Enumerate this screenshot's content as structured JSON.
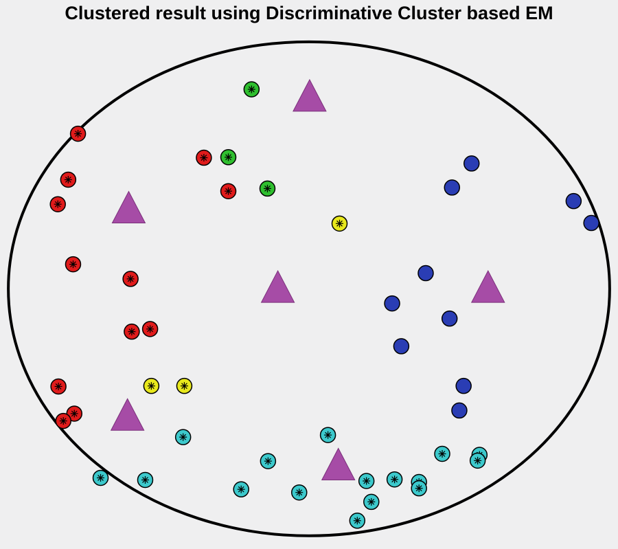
{
  "chart_data": {
    "type": "scatter",
    "title": "Clustered result using Discriminative Cluster based EM",
    "xlim": [
      0,
      100
    ],
    "ylim": [
      0,
      100
    ],
    "grid": false,
    "colors": {
      "background": "#efeff0",
      "boundary": "#000000",
      "red": "#e01b1b",
      "green": "#2fbf2f",
      "yellow": "#e8e81c",
      "blue": "#2a3db4",
      "cyan": "#3cc9cc",
      "centroid": "#a64ca6"
    },
    "boundary": {
      "shape": "ellipse",
      "center": [
        50,
        49.3
      ],
      "radius": [
        49.2,
        47.3
      ]
    },
    "series": [
      {
        "color": "red",
        "marker": "circle-asterisk",
        "x": [
          12.2,
          10.6,
          8.9,
          11.4,
          20.8,
          21.0,
          24.0,
          9.0,
          11.6,
          9.8,
          32.8,
          36.8
        ],
        "y": [
          79.0,
          70.2,
          65.5,
          54.0,
          51.2,
          41.1,
          41.6,
          30.6,
          25.4,
          24.0,
          74.4,
          68.0
        ]
      },
      {
        "color": "green",
        "marker": "circle-asterisk",
        "x": [
          40.6,
          36.8,
          43.2
        ],
        "y": [
          87.5,
          74.5,
          68.5
        ]
      },
      {
        "color": "yellow",
        "marker": "circle-asterisk",
        "x": [
          55.0,
          24.2,
          29.6
        ],
        "y": [
          61.8,
          30.7,
          30.7
        ]
      },
      {
        "color": "blue",
        "marker": "circle",
        "x": [
          76.6,
          73.4,
          93.3,
          96.2,
          69.1,
          63.6,
          73.0,
          65.1,
          75.3,
          74.6
        ],
        "y": [
          73.3,
          68.7,
          66.1,
          61.9,
          52.3,
          46.5,
          43.6,
          38.3,
          30.7,
          26.0
        ]
      },
      {
        "color": "cyan",
        "marker": "circle-asterisk",
        "x": [
          29.4,
          53.1,
          43.3,
          71.8,
          77.9,
          77.6,
          15.9,
          23.2,
          38.9,
          48.4,
          59.4,
          64.0,
          68.0,
          68.0,
          60.2,
          57.9
        ],
        "y": [
          20.9,
          21.3,
          16.3,
          17.7,
          17.5,
          16.4,
          13.1,
          12.7,
          10.9,
          10.3,
          12.5,
          12.8,
          12.3,
          11.1,
          8.5,
          4.9
        ]
      },
      {
        "color": "centroid",
        "marker": "triangle",
        "x": [
          50.1,
          20.5,
          44.9,
          79.3,
          20.3,
          54.8
        ],
        "y": [
          85.6,
          64.2,
          49.0,
          49.0,
          24.5,
          15.0
        ]
      }
    ]
  }
}
